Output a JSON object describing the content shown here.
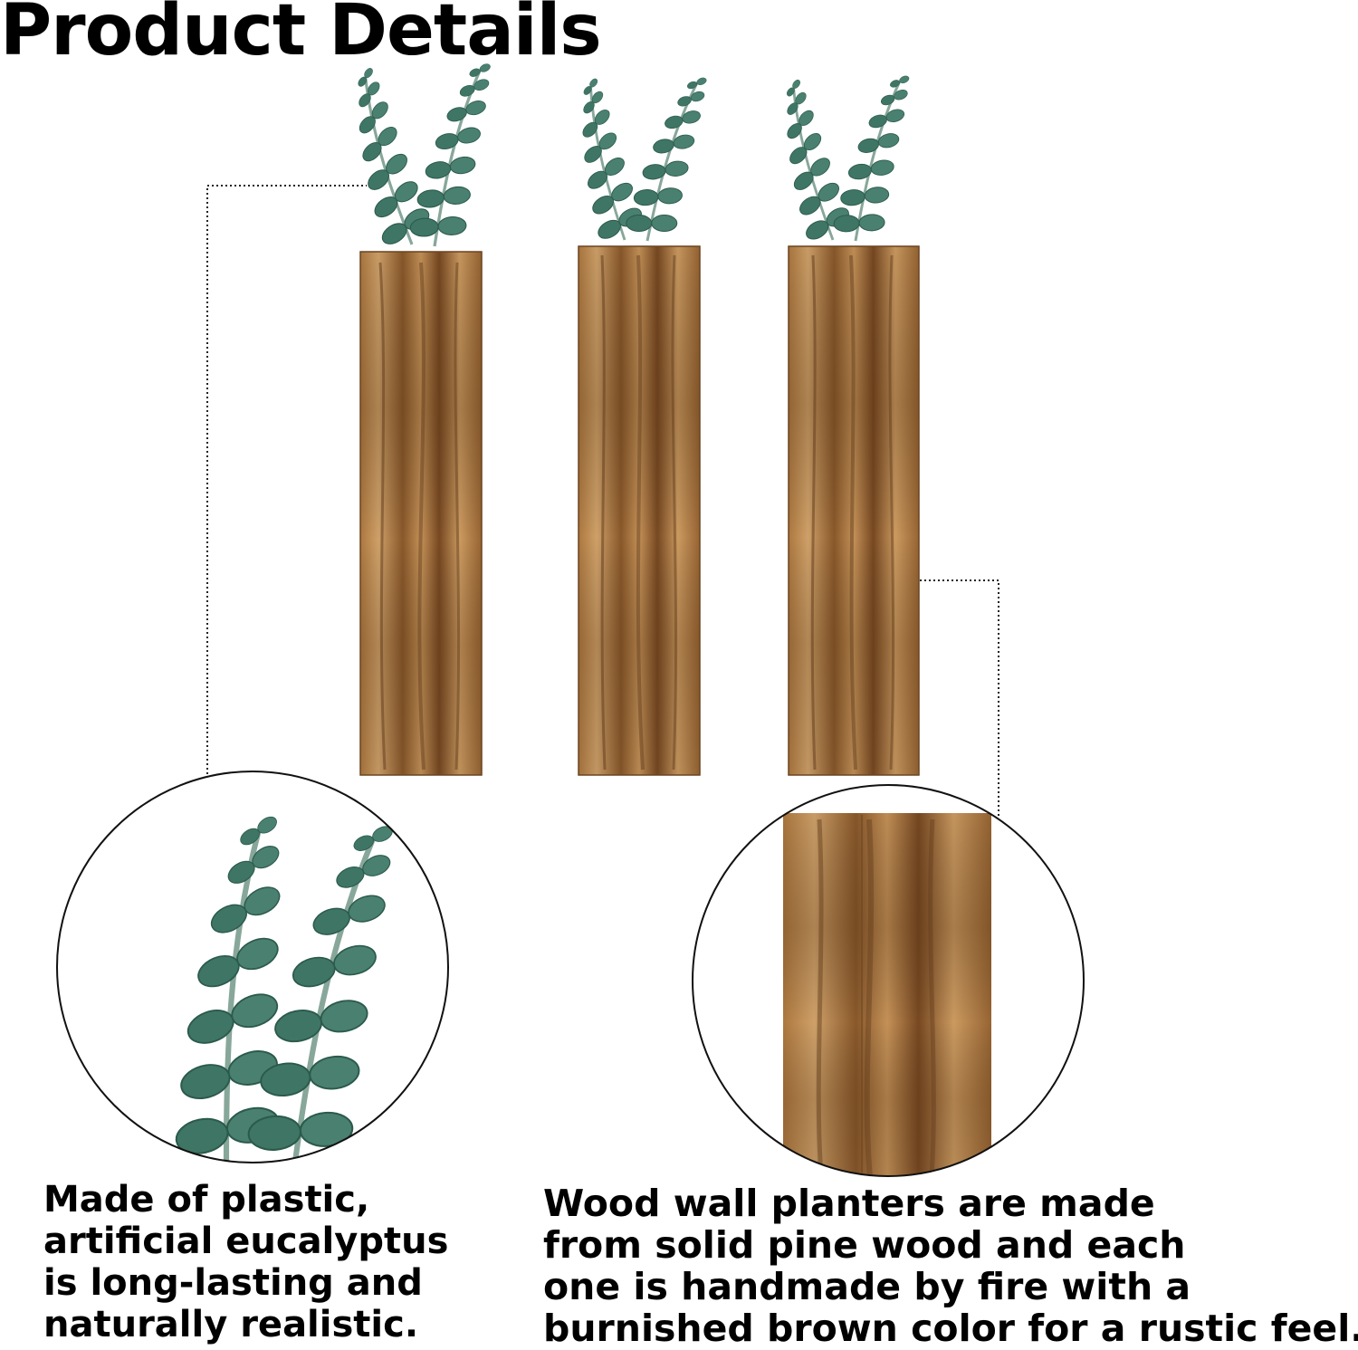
{
  "page": {
    "title": "Product Details"
  },
  "colors": {
    "wood_light": "#c99b62",
    "wood_mid": "#a8733a",
    "wood_dark": "#5e3a1b",
    "leaf": "#3f7565",
    "leaf_light": "#6f9a8c",
    "stem": "#87a79a",
    "outline": "#111111"
  },
  "icons": {
    "planter": "wood-planter-icon",
    "eucalyptus": "eucalyptus-icon",
    "detail_circle": "zoom-circle-icon"
  },
  "captions": {
    "left": {
      "line1": "Made of plastic,",
      "line2": "artificial eucalyptus",
      "line3": "is long-lasting and",
      "line4": "naturally realistic."
    },
    "right": {
      "line1": "Wood wall planters are made",
      "line2": "from solid pine wood and each",
      "line3": "one is handmade by fire with a",
      "line4": "burnished brown color for a rustic feel."
    }
  }
}
